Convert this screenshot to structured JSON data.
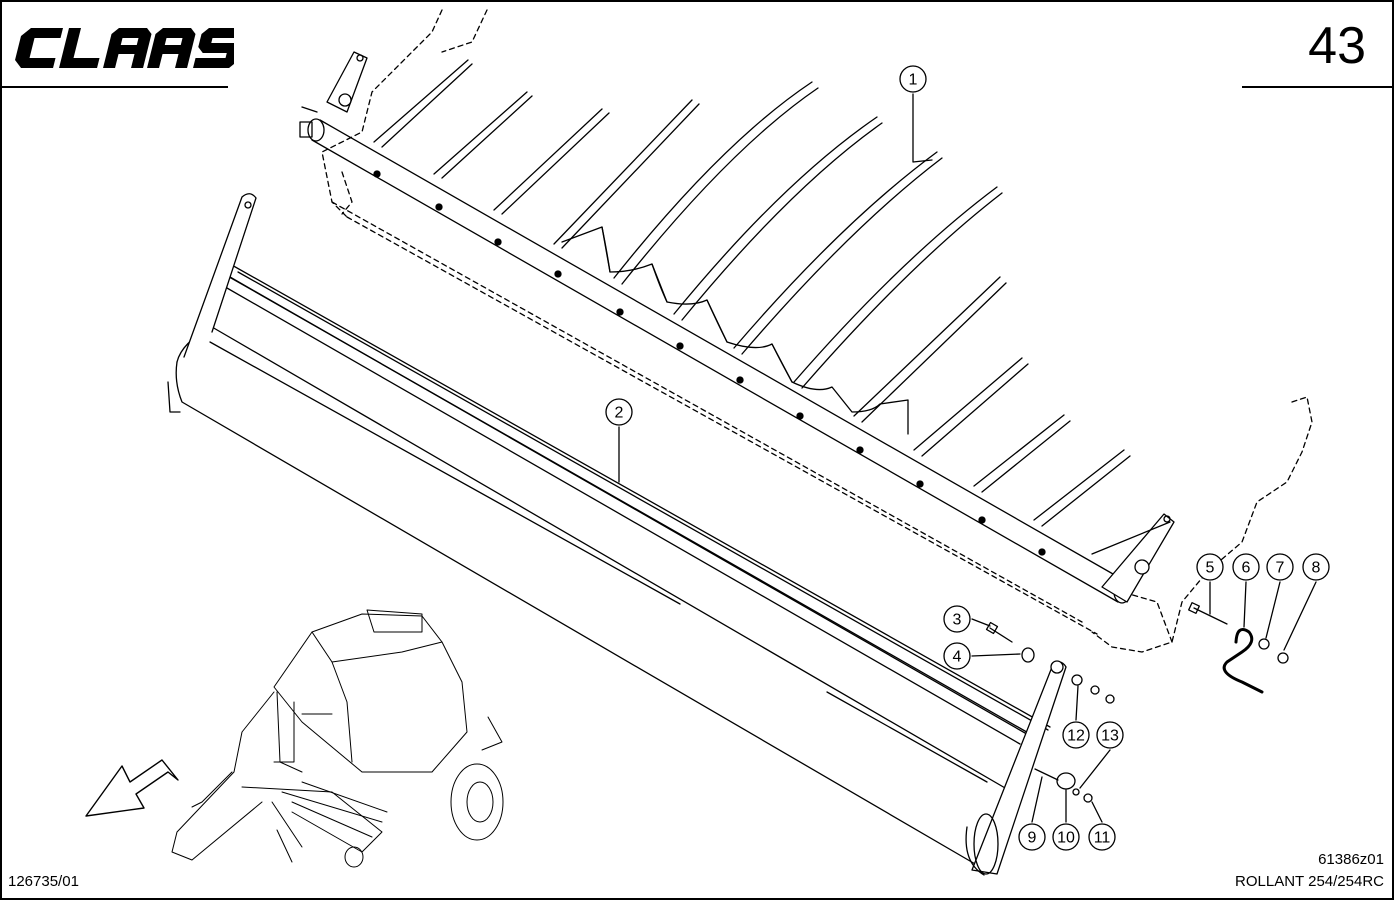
{
  "brand": {
    "logo_text": "CLAAS"
  },
  "page_number": "43",
  "footer": {
    "doc_number": "126735/01",
    "drawing_ref": "61386z01",
    "model": "ROLLANT 254/254RC"
  },
  "callouts": [
    {
      "id": "1",
      "label": "1"
    },
    {
      "id": "2",
      "label": "2"
    },
    {
      "id": "3",
      "label": "3"
    },
    {
      "id": "4",
      "label": "4"
    },
    {
      "id": "5",
      "label": "5"
    },
    {
      "id": "6",
      "label": "6"
    },
    {
      "id": "7",
      "label": "7"
    },
    {
      "id": "8",
      "label": "8"
    },
    {
      "id": "9",
      "label": "9"
    },
    {
      "id": "10",
      "label": "10"
    },
    {
      "id": "11",
      "label": "11"
    },
    {
      "id": "12",
      "label": "12"
    },
    {
      "id": "13",
      "label": "13"
    }
  ]
}
